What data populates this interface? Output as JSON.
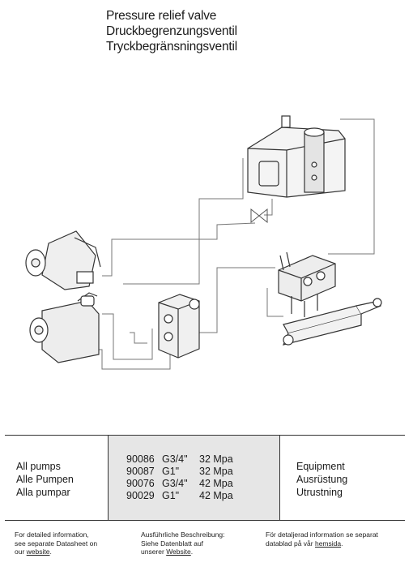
{
  "title": {
    "en": "Pressure relief valve",
    "de": "Druckbegrenzungsventil",
    "sv": "Tryckbegränsningsventil"
  },
  "pumps": {
    "en": "All pumps",
    "de": "Alle Pumpen",
    "sv": "Alla pumpar"
  },
  "parts": [
    {
      "number": "90086",
      "thread": "G3/4\"",
      "pressure": "32 Mpa"
    },
    {
      "number": "90087",
      "thread": "G1\"",
      "pressure": "32 Mpa"
    },
    {
      "number": "90076",
      "thread": "G3/4\"",
      "pressure": "42 Mpa"
    },
    {
      "number": "90029",
      "thread": "G1\"",
      "pressure": "42 Mpa"
    }
  ],
  "equipment": {
    "en": "Equipment",
    "de": "Ausrüstung",
    "sv": "Utrustning"
  },
  "footer": {
    "en": {
      "line1": "For detailed information,",
      "line2": "see separate Datasheet on",
      "line3_prefix": "our ",
      "link": "website",
      "line3_suffix": "."
    },
    "de": {
      "line1": "Ausführliche Beschreibung:",
      "line2": "Siehe Datenblatt auf",
      "line3_prefix": "unserer ",
      "link": "Website",
      "line3_suffix": "."
    },
    "sv": {
      "line1": "För detaljerad information se separat",
      "line2_prefix": "datablad på vår ",
      "link": "hemsida",
      "line2_suffix": "."
    }
  }
}
